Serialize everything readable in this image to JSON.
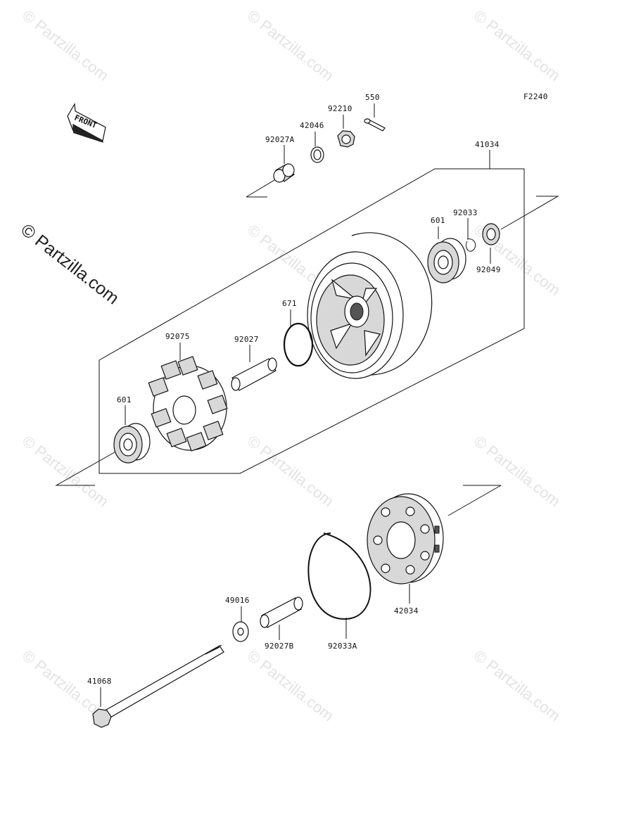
{
  "diagram": {
    "code": "F2240",
    "front_arrow": "FRONT",
    "copyright_mark": "© Partzilla.com",
    "watermark": "© Partzilla.com",
    "labels": {
      "p550": "550",
      "p92210": "92210",
      "p42046": "42046",
      "p92027A": "92027A",
      "p41034": "41034",
      "p601_top": "601",
      "p92033": "92033",
      "p92049": "92049",
      "p671": "671",
      "p92075": "92075",
      "p92027": "92027",
      "p601_left": "601",
      "p49016": "49016",
      "p92027B": "92027B",
      "p92033A": "92033A",
      "p42034": "42034",
      "p41068": "41068"
    }
  }
}
